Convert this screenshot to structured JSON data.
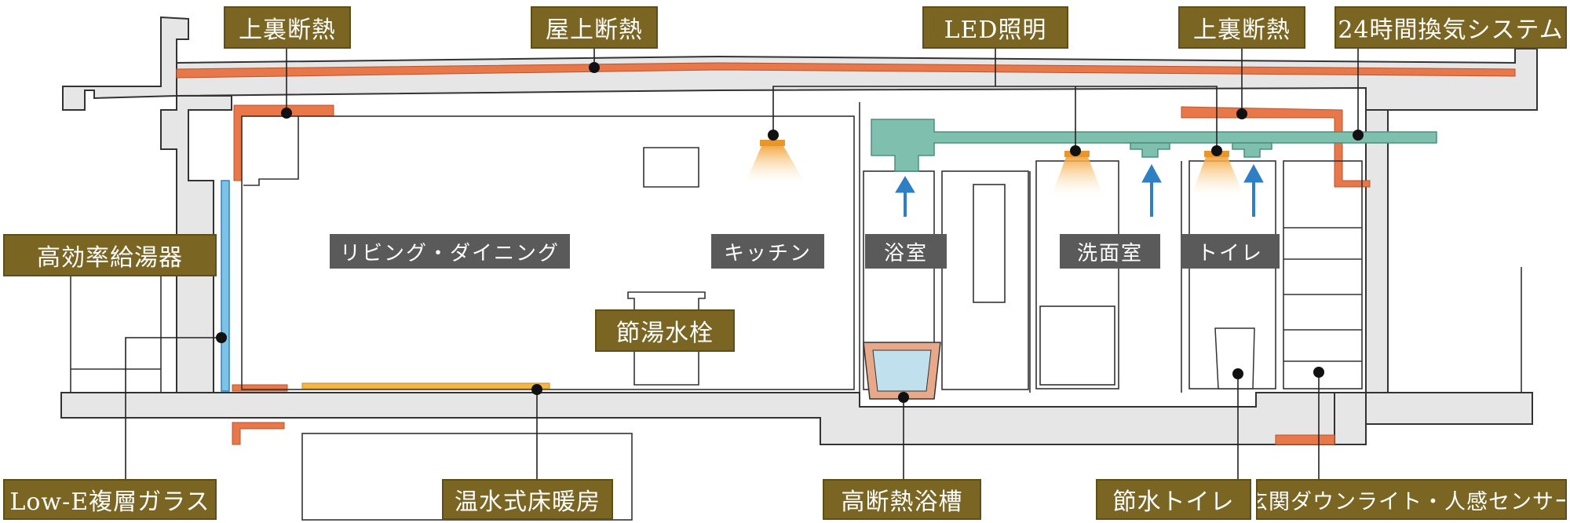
{
  "callouts": {
    "top_left_insulation": "上裏断熱",
    "roof_insulation": "屋上断熱",
    "led_lighting": "LED照明",
    "top_right_insulation": "上裏断熱",
    "ventilation_24h": "24時間換気システム",
    "water_heater": "高効率給湯器",
    "water_saving_faucet": "節湯水栓",
    "lowe_glass": "Low-E複層ガラス",
    "floor_heating": "温水式床暖房",
    "insulated_bathtub": "高断熱浴槽",
    "water_saving_toilet": "節水トイレ",
    "entrance_downlight": "玄関ダウンライト・人感センサー"
  },
  "rooms": {
    "living_dining": "リビング・ダイニング",
    "kitchen": "キッチン",
    "bathroom": "浴室",
    "washroom": "洗面室",
    "toilet": "トイレ"
  },
  "colors": {
    "callout_bg": "#7a6523",
    "room_bg": "#5a5a5a",
    "insulation": "#e8784a",
    "duct": "#7fbfae",
    "airflow_arrow": "#2f7fc4",
    "floor_heating": "#f0b84a",
    "glass": "#7ec3e6",
    "structure": "#e6e6e6"
  }
}
